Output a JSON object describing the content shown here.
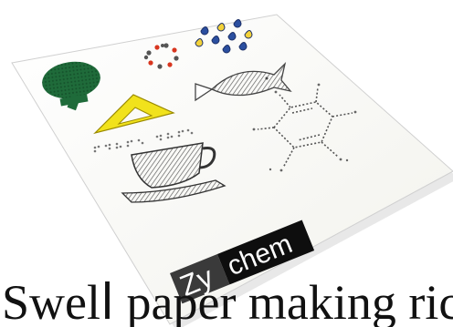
{
  "logo": {
    "text_left": "Zy",
    "text_right": "chem",
    "colors": {
      "left_bg": "#3a3a3a",
      "right_bg": "#0e0e0e",
      "text": "#ffffff"
    }
  },
  "caption": "Swelⅼ paper making rich tactile ima",
  "sheet": {
    "motifs": [
      "female-symbol-icon",
      "dotted-ring-icon",
      "raindrops-icon",
      "fish-icon",
      "set-square-icon",
      "braille-dots",
      "benzene-molecule-icon",
      "teacup-icon"
    ],
    "colors": {
      "paper": "#fbfbf7",
      "female_symbol": "#1f6b3a",
      "set_square": "#f1e21c",
      "raindrops_blue": "#2b4fa0",
      "raindrops_yellow": "#f3d23a",
      "hatch": "#5a5a5a"
    }
  }
}
